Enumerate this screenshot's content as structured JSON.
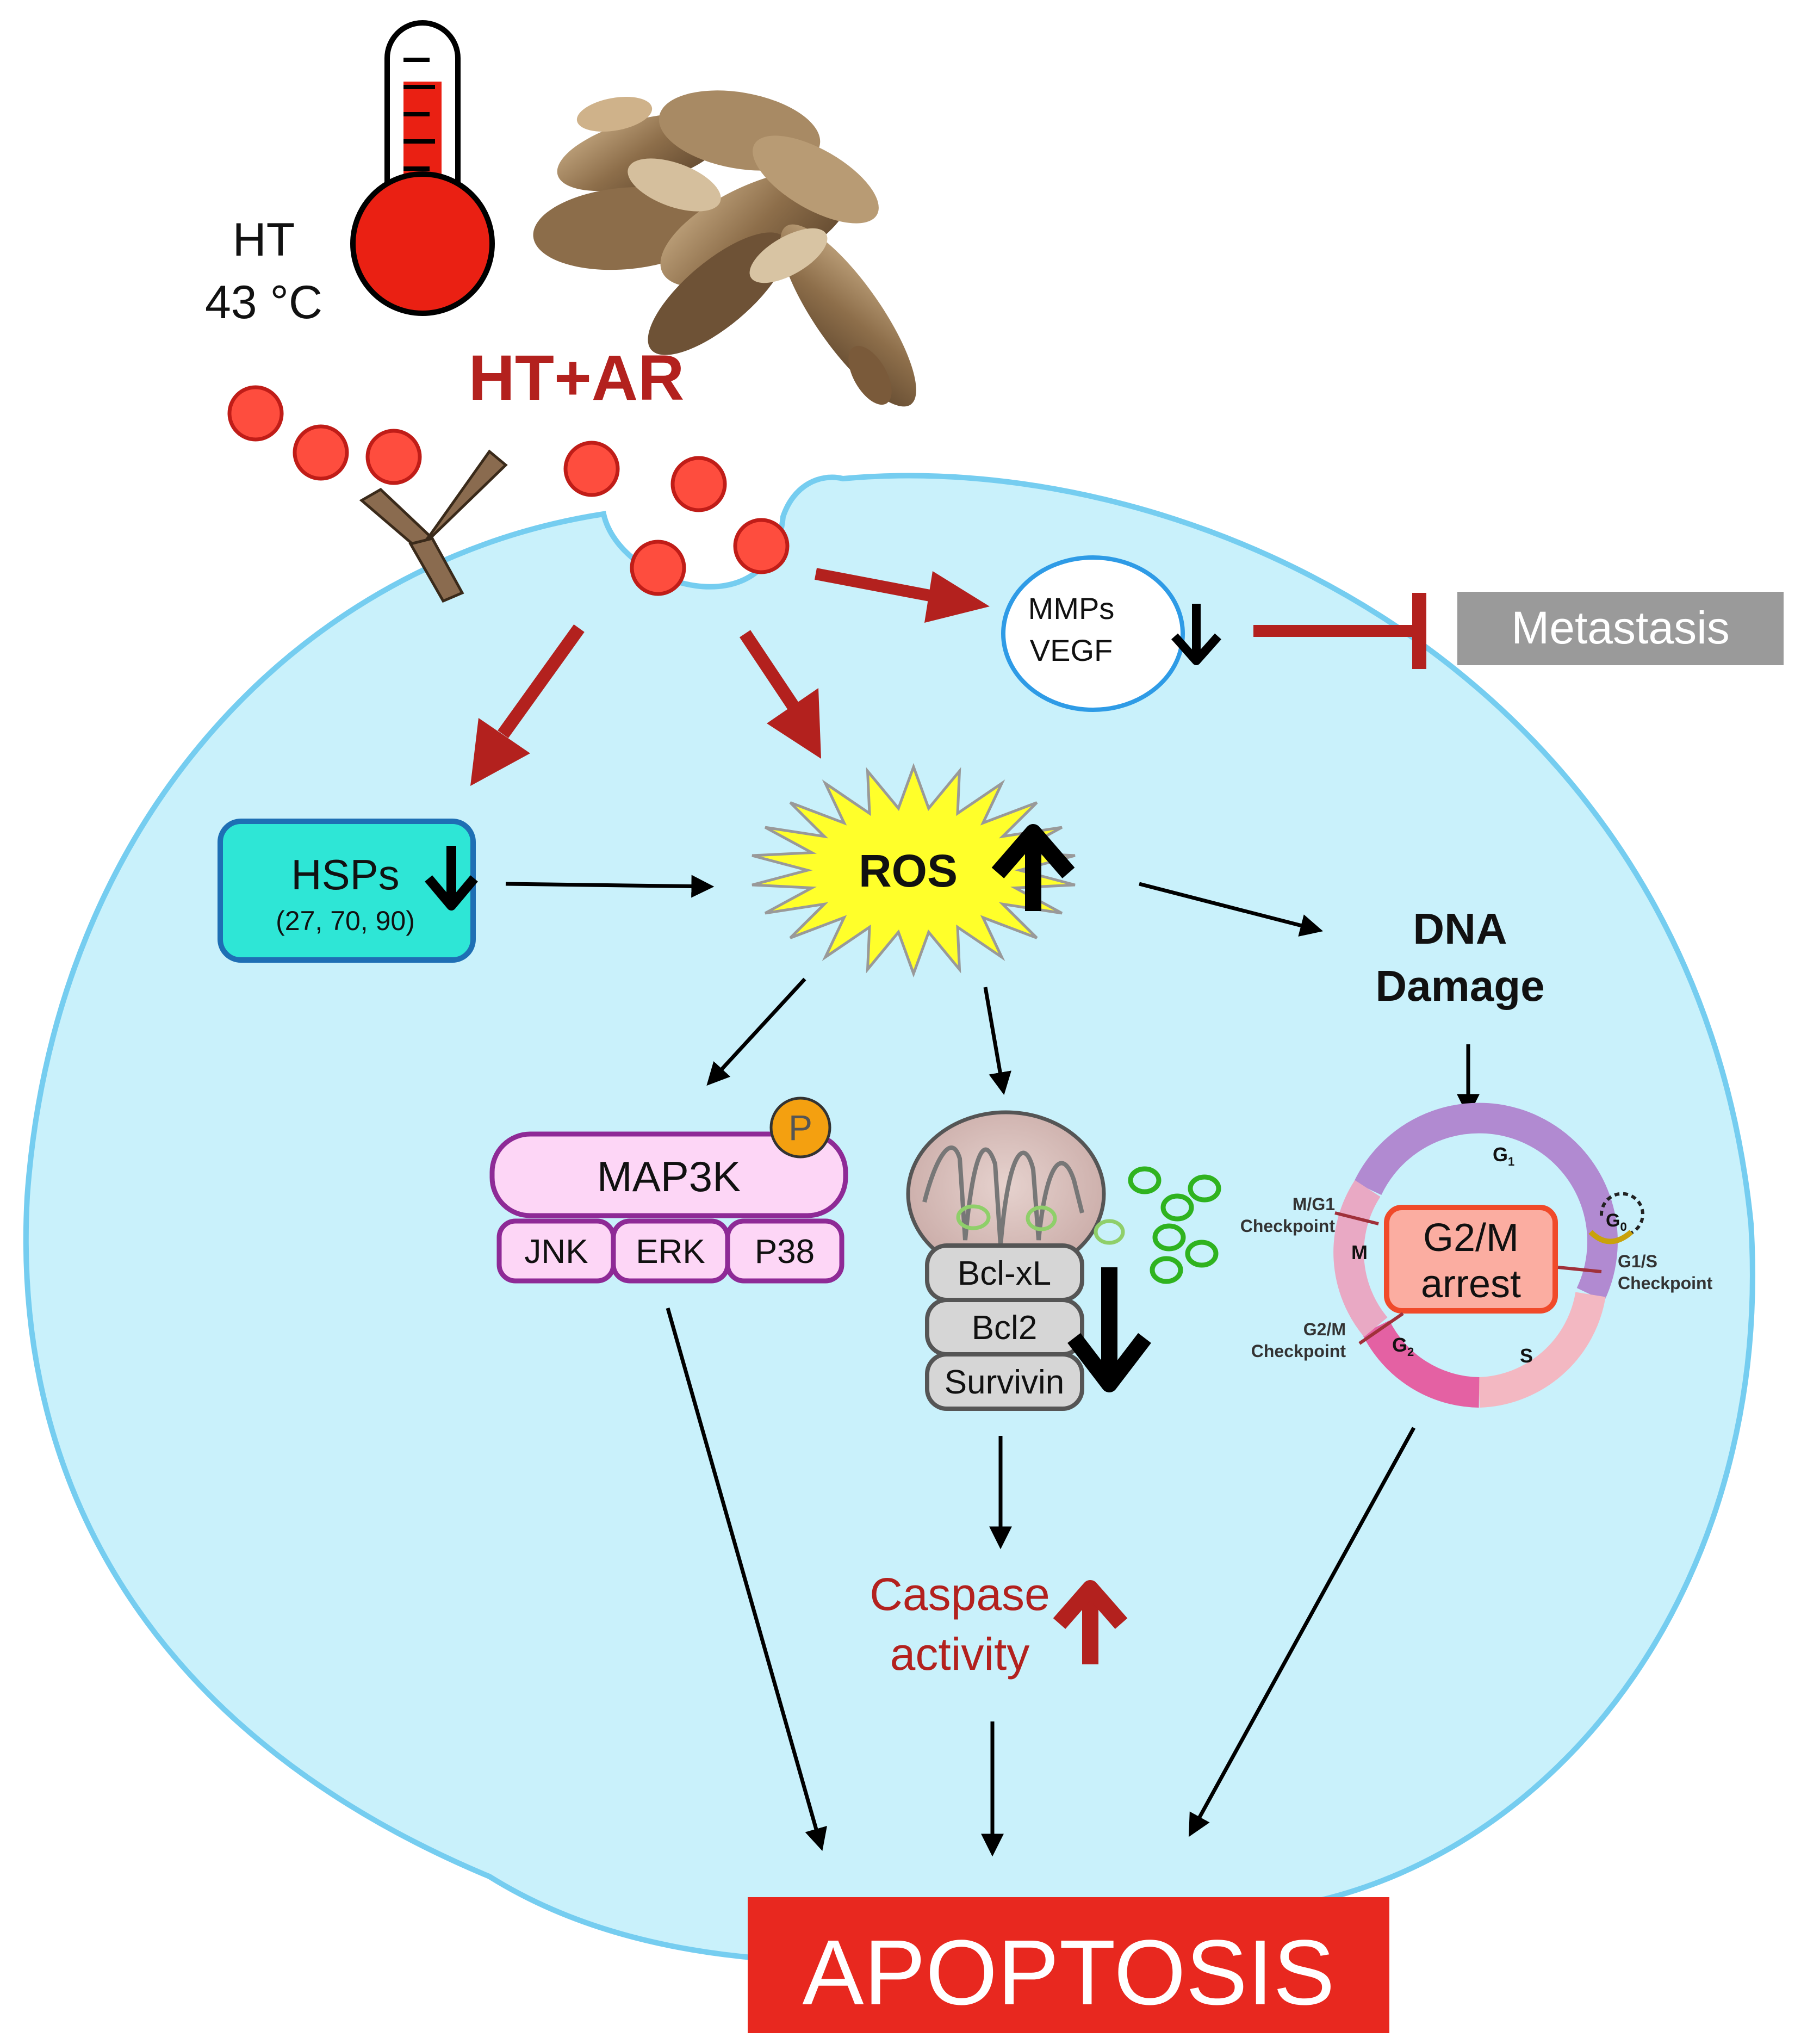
{
  "stimulus": {
    "ht_label": "HT",
    "ht_temp": "43 °C",
    "combo_label": "HT+AR"
  },
  "targets": {
    "mmps": "MMPs",
    "vegf": "VEGF",
    "metastasis": "Metastasis"
  },
  "hsps": {
    "label": "HSPs",
    "sub": "(27, 70, 90)"
  },
  "ros": {
    "label": "ROS"
  },
  "dna": {
    "line1": "DNA",
    "line2": "Damage"
  },
  "mapk": {
    "label": "MAP3K",
    "phospho": "P",
    "kinases": [
      "JNK",
      "ERK",
      "P38"
    ]
  },
  "mito": {
    "proteins": [
      "Bcl-xL",
      "Bcl2",
      "Survivin"
    ]
  },
  "caspase": {
    "line1": "Caspase",
    "line2": "activity"
  },
  "cell_cycle": {
    "arrest_line1": "G2/M",
    "arrest_line2": "arrest",
    "g1": "G",
    "g1_sub": "1",
    "g0": "G",
    "g0_sub": "0",
    "m": "M",
    "g2": "G",
    "g2_sub": "2",
    "s": "S",
    "checkpoint_mg1_a": "M/G1",
    "checkpoint_mg1_b": "Checkpoint",
    "checkpoint_g1s_a": "G1/S",
    "checkpoint_g1s_b": "Checkpoint",
    "checkpoint_g2m_a": "G2/M",
    "checkpoint_g2m_b": "Checkpoint"
  },
  "outcome": {
    "label": "APOPTOSIS"
  },
  "colors": {
    "cell_fill": "#c9f1fb",
    "cell_stroke": "#75cdf0",
    "dark_red": "#b3211e",
    "hsps_fill": "#2ee6d6",
    "ros_fill": "#ffff2a",
    "mapk_fill": "#fdd6f6",
    "mapk_stroke": "#8e2a96",
    "apoptosis_fill": "#e8281f",
    "metastasis_fill": "#9a9a9a"
  }
}
